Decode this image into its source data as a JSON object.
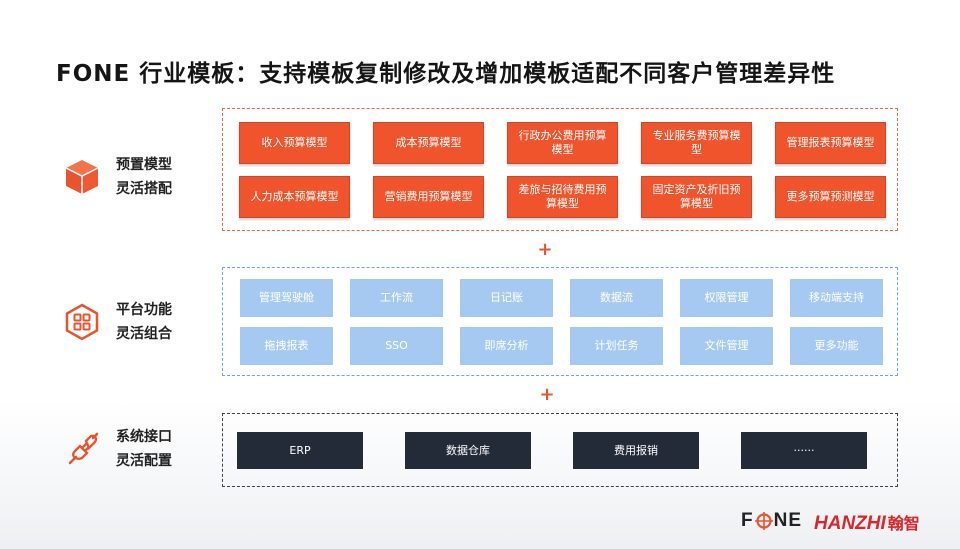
{
  "title": "FONE 行业模板：支持模板复制修改及增加模板适配不同客户管理差异性",
  "rows": [
    {
      "icon": "cube-icon",
      "line1": "预置模型",
      "line2": "灵活搭配"
    },
    {
      "icon": "grid-apps-icon",
      "line1": "平台功能",
      "line2": "灵活组合"
    },
    {
      "icon": "plug-icon",
      "line1": "系统接口",
      "line2": "灵活配置"
    }
  ],
  "models": [
    "收入预算模型",
    "成本预算模型",
    "行政办公费用预算模型",
    "专业服务费预算模型",
    "管理报表预算模型",
    "人力成本预算模型",
    "营销费用预算模型",
    "差旅与招待费用预算模型",
    "固定资产及折旧预算模型",
    "更多预算预测模型"
  ],
  "features": [
    "管理驾驶舱",
    "工作流",
    "日记账",
    "数据流",
    "权限管理",
    "移动端支持",
    "拖拽报表",
    "SSO",
    "即席分析",
    "计划任务",
    "文件管理",
    "更多功能"
  ],
  "interfaces": [
    "ERP",
    "数据仓库",
    "费用报销",
    "······"
  ],
  "plus": [
    "+",
    "+"
  ],
  "logo": {
    "fone_f": "F",
    "fone_ne": "NE",
    "hanzhi": "HANZHI",
    "hanzhi_cn": "翰智"
  },
  "colors": {
    "orange": "#f0542d",
    "light_blue": "#a5c9f0",
    "dark_navy": "#232a38",
    "brand_red": "#d8262b"
  }
}
